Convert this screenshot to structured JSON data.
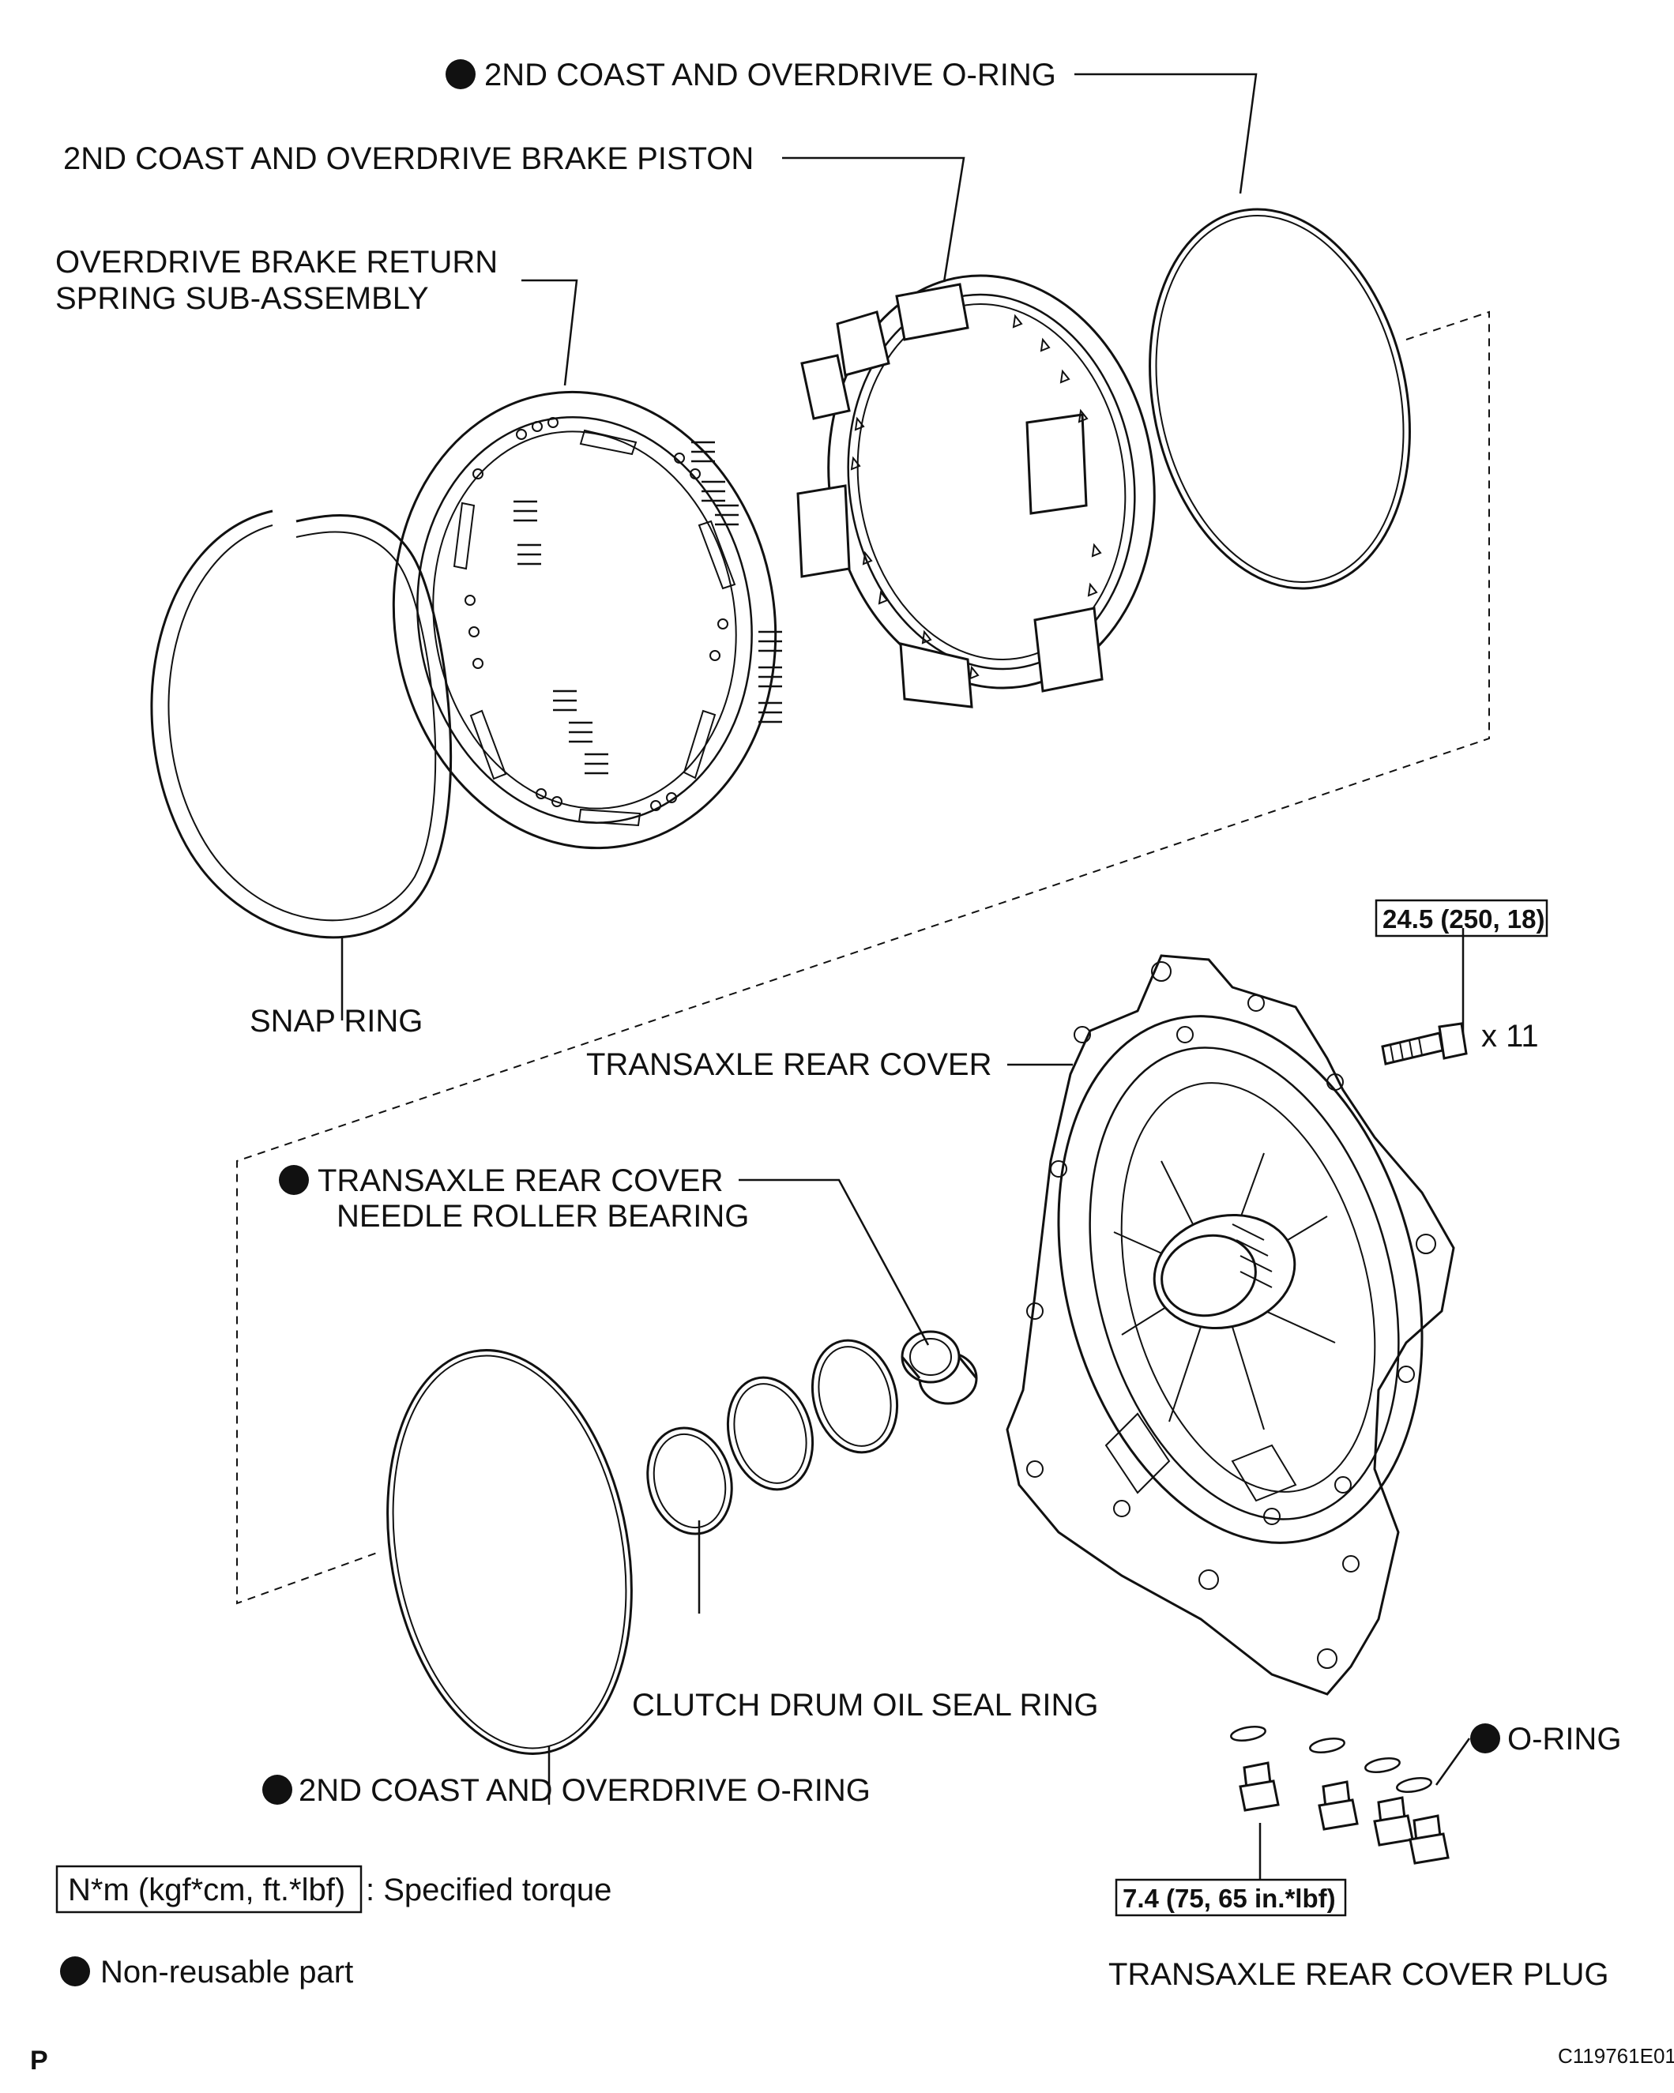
{
  "labels": {
    "o_ring_top": "2ND COAST AND OVERDRIVE O-RING",
    "brake_piston": "2ND COAST AND OVERDRIVE BRAKE PISTON",
    "return_spring_line1": "OVERDRIVE BRAKE RETURN",
    "return_spring_line2": "SPRING SUB-ASSEMBLY",
    "snap_ring": "SNAP RING",
    "rear_cover": "TRANSAXLE REAR COVER",
    "bearing_line1": "TRANSAXLE REAR COVER",
    "bearing_line2": "NEEDLE ROLLER BEARING",
    "clutch_seal": "CLUTCH DRUM OIL SEAL RING",
    "o_ring_small": "O-RING",
    "o_ring_bottom": "2ND COAST AND OVERDRIVE O-RING",
    "cover_plug": "TRANSAXLE REAR COVER PLUG"
  },
  "torque": {
    "bolt_spec": "24.5 (250, 18)",
    "bolt_qty": "x 11",
    "plug_spec": "7.4 (75, 65 in.*lbf)"
  },
  "legend": {
    "torque_box": "N*m (kgf*cm, ft.*lbf)",
    "torque_text": ": Specified torque",
    "nonreusable_text": "Non-reusable part"
  },
  "footer": {
    "page_mark": "P",
    "figure_id": "C119761E01"
  },
  "icons": [
    "non-reusable-dot-icon"
  ]
}
